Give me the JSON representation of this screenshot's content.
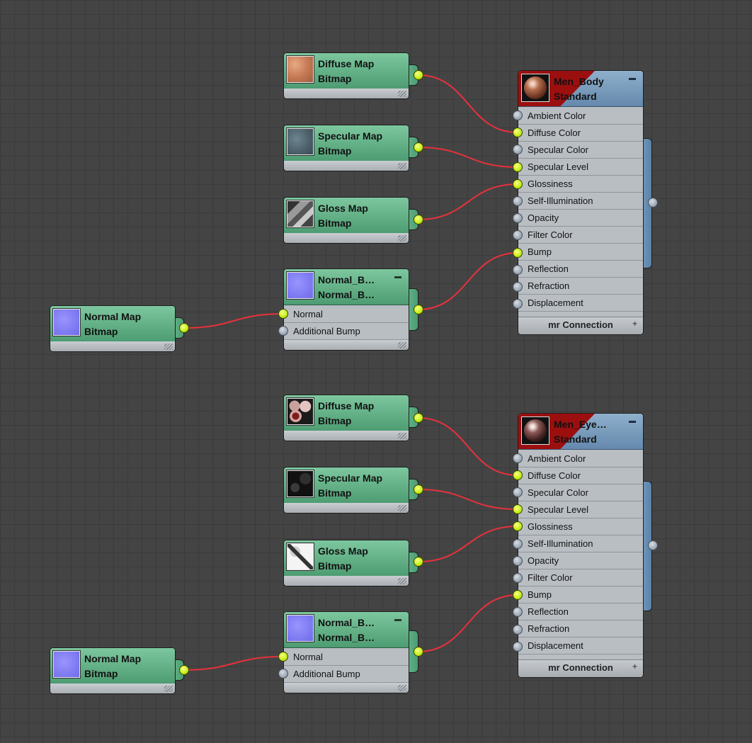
{
  "graphs": [
    {
      "maps": [
        {
          "title": "Diffuse Map",
          "type": "Bitmap",
          "texture": "skin-diffuse"
        },
        {
          "title": "Specular Map",
          "type": "Bitmap",
          "texture": "skin-specular"
        },
        {
          "title": "Gloss Map",
          "type": "Bitmap",
          "texture": "skin-gloss"
        }
      ],
      "normal_map": {
        "title": "Normal Map",
        "type": "Bitmap",
        "texture": "normal-blue"
      },
      "normal_bump": {
        "title": "Normal_B…",
        "subtitle": "Normal_B…",
        "inputs": [
          "Normal",
          "Additional Bump"
        ]
      },
      "material": {
        "title": "Men_Body",
        "type": "Standard",
        "slots": [
          "Ambient Color",
          "Diffuse Color",
          "Specular Color",
          "Specular Level",
          "Glossiness",
          "Self-Illumination",
          "Opacity",
          "Filter Color",
          "Bump",
          "Reflection",
          "Refraction",
          "Displacement"
        ],
        "connection_label": "mr Connection",
        "connected_slots": [
          "Diffuse Color",
          "Specular Level",
          "Glossiness",
          "Bump"
        ]
      }
    },
    {
      "maps": [
        {
          "title": "Diffuse Map",
          "type": "Bitmap",
          "texture": "eye-diffuse"
        },
        {
          "title": "Specular Map",
          "type": "Bitmap",
          "texture": "eye-specular"
        },
        {
          "title": "Gloss Map",
          "type": "Bitmap",
          "texture": "eye-gloss"
        }
      ],
      "normal_map": {
        "title": "Normal Map",
        "type": "Bitmap",
        "texture": "normal-blue"
      },
      "normal_bump": {
        "title": "Normal_B…",
        "subtitle": "Normal_B…",
        "inputs": [
          "Normal",
          "Additional Bump"
        ]
      },
      "material": {
        "title": "Men_Eye…",
        "type": "Standard",
        "slots": [
          "Ambient Color",
          "Diffuse Color",
          "Specular Color",
          "Specular Level",
          "Glossiness",
          "Self-Illumination",
          "Opacity",
          "Filter Color",
          "Bump",
          "Reflection",
          "Refraction",
          "Displacement"
        ],
        "connection_label": "mr Connection",
        "connected_slots": [
          "Diffuse Color",
          "Specular Level",
          "Glossiness",
          "Bump"
        ]
      }
    }
  ],
  "colors": {
    "wire": "#e8313c",
    "socket_active": "#c6ee14",
    "socket_inactive": "#9aa6b4",
    "map_header": "#5fb084",
    "material_header": "#6f96ba",
    "material_accent": "#9c0f0f",
    "canvas": "#444444"
  }
}
